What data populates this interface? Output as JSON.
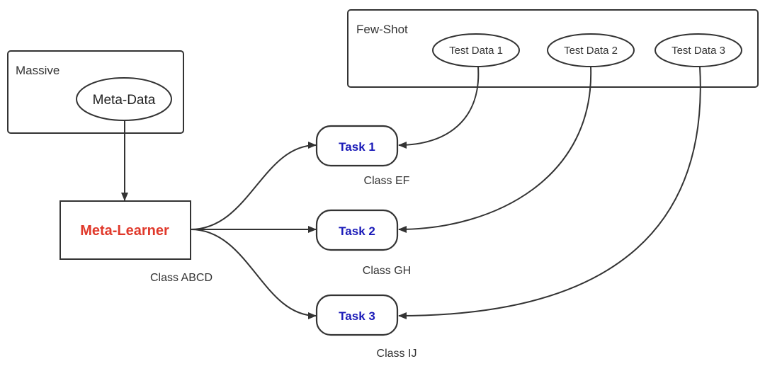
{
  "colors": {
    "stroke": "#333333",
    "learner_text": "#e0392b",
    "task_text": "#1a1ab8"
  },
  "massive_group": {
    "label": "Massive",
    "node": "Meta-Data"
  },
  "few_shot_group": {
    "label": "Few-Shot",
    "nodes": [
      "Test Data 1",
      "Test Data 2",
      "Test Data 3"
    ]
  },
  "learner": {
    "label": "Meta-Learner",
    "class_label": "Class ABCD"
  },
  "tasks": [
    {
      "label": "Task 1",
      "class_label": "Class EF"
    },
    {
      "label": "Task 2",
      "class_label": "Class GH"
    },
    {
      "label": "Task 3",
      "class_label": "Class IJ"
    }
  ]
}
